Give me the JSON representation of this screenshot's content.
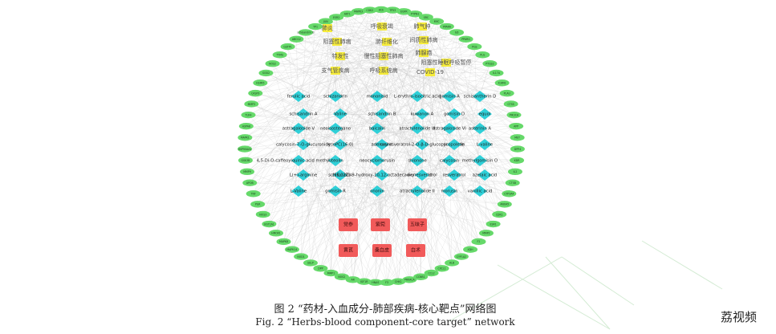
{
  "caption": {
    "zh": "图 2 “药材-入血成分-肺部疾病-核心靶点”网络图",
    "en": "Fig. 2 “Herbs-blood component-core target” network"
  },
  "watermark": "荔视频",
  "colors": {
    "target": "#66d96a",
    "disease": "#f6ec3b",
    "component": "#2fd0d8",
    "herb": "#f15a5a",
    "edge": "#c8c8c8"
  },
  "targets": [
    "ACE",
    "TP53",
    "EGFR",
    "PTPN1",
    "SRC",
    "MYC",
    "PPARA",
    "IL6",
    "PPARG",
    "PGS",
    "PLG",
    "PTGS2",
    "IL17A",
    "ICAM1",
    "PLAU",
    "CTSS",
    "PIK3CA",
    "APP",
    "MET",
    "DPP4",
    "KDR",
    "IL2",
    "CTSB",
    "CYP3A4",
    "ANXA5",
    "CDK1",
    "ESR1",
    "MMP2",
    "F2",
    "XDH",
    "CYP1A2",
    "ALB",
    "CXCL1",
    "CCL2",
    "CCNB1",
    "PRKACA",
    "CHK1",
    "F3",
    "HNAS",
    "IGF1R",
    "AR",
    "NOS2",
    "MMP1",
    "DPP",
    "SELP",
    "NOD1",
    "MAPK14",
    "MAPK8",
    "HMOX1",
    "UGT1A1",
    "NOS3",
    "PGR",
    "TNF",
    "APOB",
    "MMP9",
    "GSK3B",
    "HSP90AA1",
    "MAPK1",
    "HSPA8",
    "TLR4",
    "MMP3",
    "CASP3",
    "HSPA5",
    "SOD2",
    "NOS2",
    "TYMS",
    "GSTP1",
    "ABCG2",
    "schisandrin B",
    "TP1",
    "JUN",
    "ESR2",
    "AKT1",
    "MAPK3",
    "CDK2"
  ],
  "diseases": [
    "肺炎",
    "呼吸衰竭",
    "肺气肿",
    "阻塞性肺病",
    "肺纤维化",
    "间质性肺病",
    "特发性",
    "慢性阻塞性肺病",
    "肺腺癌",
    "阻塞性睡眠呼吸暂停",
    "支气管疾病",
    "呼吸系统病",
    "COVID-19"
  ],
  "components": [
    "ferulic acid",
    "schizandrin",
    "mononisid",
    "L-erythro-isocitric acid",
    "gomisin A",
    "schisantherin D",
    "schisandrin A",
    "Valine",
    "schisandrin B",
    "kuwanon A",
    "gomisin D",
    "equol",
    "astragaloside V",
    "neoisostegano",
    "baicalin",
    "atractylenolide III",
    "astragaloside VI",
    "asterinin A",
    "calycosin-7-O-glucuronide",
    "lysoPC(16:0)",
    "adenosine",
    "oxyresveratrol-2-O-β-D-glucopyranoside",
    "scopoletin",
    "L-valine",
    "4,5-Di-O-caffeoylquinic acid methyl este",
    "luteolin",
    "neocyclomorusin",
    "shionone",
    "calycosin",
    "methylgomisin O",
    "L(+)-arginine",
    "schisandrin",
    "(9E,12Z)-9-hydroxy-10,12-octadecadienoic acid",
    "oxyresveratrol",
    "resveratrol",
    "azelaic acid",
    "L-Valine",
    "gomisin R",
    "ononin",
    "atractylenolide II",
    "morusin",
    "vanillic acid"
  ],
  "herbs": [
    "党参",
    "紫菀",
    "五味子",
    "黄芪",
    "桑白皮",
    "白术"
  ]
}
